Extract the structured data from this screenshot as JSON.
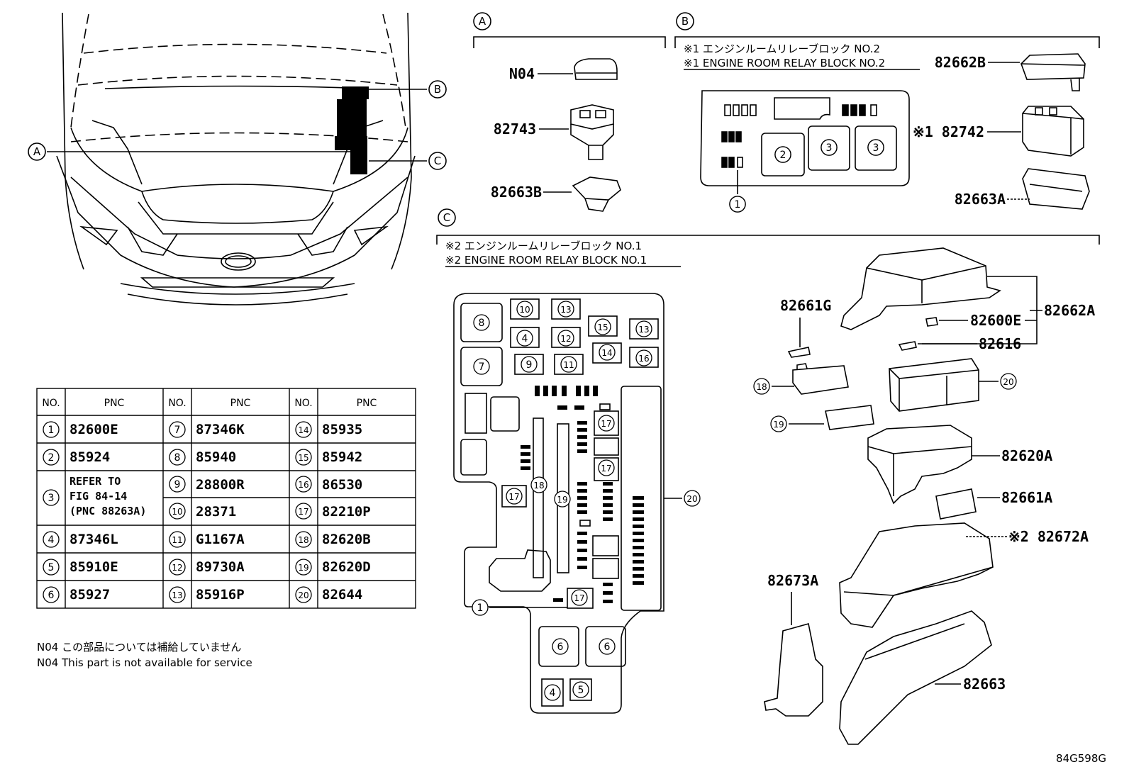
{
  "callouts": {
    "a": "A",
    "b": "B",
    "c": "C"
  },
  "section_b": {
    "title_jp": "※1 エンジンルームリレーブロック NO.2",
    "title_en": "※1 ENGINE ROOM RELAY BLOCK NO.2"
  },
  "section_c": {
    "title_jp": "※2 エンジンルームリレーブロック NO.1",
    "title_en": "※2 ENGINE ROOM RELAY BLOCK NO.1"
  },
  "parts": {
    "n04": "N04",
    "p82743": "82743",
    "p82663b": "82663B",
    "p82662b": "82662B",
    "p82742": "※1 82742",
    "p82663a": "82663A",
    "p82661g": "82661G",
    "p82600e": "82600E",
    "p82616": "82616",
    "p82662a": "82662A",
    "p82620a": "82620A",
    "p82661a": "82661A",
    "p82672a": "※2 82672A",
    "p82673a": "82673A",
    "p82663": "82663"
  },
  "table": {
    "headers": [
      "NO.",
      "PNC",
      "NO.",
      "PNC",
      "NO.",
      "PNC"
    ],
    "col1": [
      {
        "no": "1",
        "pnc": "82600E"
      },
      {
        "no": "2",
        "pnc": "85924"
      },
      {
        "no": "3",
        "pnc": "REFER TO",
        "pnc2": "FIG 84-14",
        "pnc3": "(PNC 88263A)"
      },
      {
        "no": "4",
        "pnc": "87346L"
      },
      {
        "no": "5",
        "pnc": "85910E"
      },
      {
        "no": "6",
        "pnc": "85927"
      }
    ],
    "col2": [
      {
        "no": "7",
        "pnc": "87346K"
      },
      {
        "no": "8",
        "pnc": "85940"
      },
      {
        "no": "9",
        "pnc": "28800R"
      },
      {
        "no": "10",
        "pnc": "28371"
      },
      {
        "no": "11",
        "pnc": "G1167A"
      },
      {
        "no": "12",
        "pnc": "89730A"
      },
      {
        "no": "13",
        "pnc": "85916P"
      }
    ],
    "col3": [
      {
        "no": "14",
        "pnc": "85935"
      },
      {
        "no": "15",
        "pnc": "85942"
      },
      {
        "no": "16",
        "pnc": "86530"
      },
      {
        "no": "17",
        "pnc": "82210P"
      },
      {
        "no": "18",
        "pnc": "82620B"
      },
      {
        "no": "19",
        "pnc": "82620D"
      },
      {
        "no": "20",
        "pnc": "82644"
      }
    ]
  },
  "notes": {
    "jp": "N04 この部品については補給していません",
    "en": "N04 This part is not available for service"
  },
  "figure_ref": "84G598G"
}
